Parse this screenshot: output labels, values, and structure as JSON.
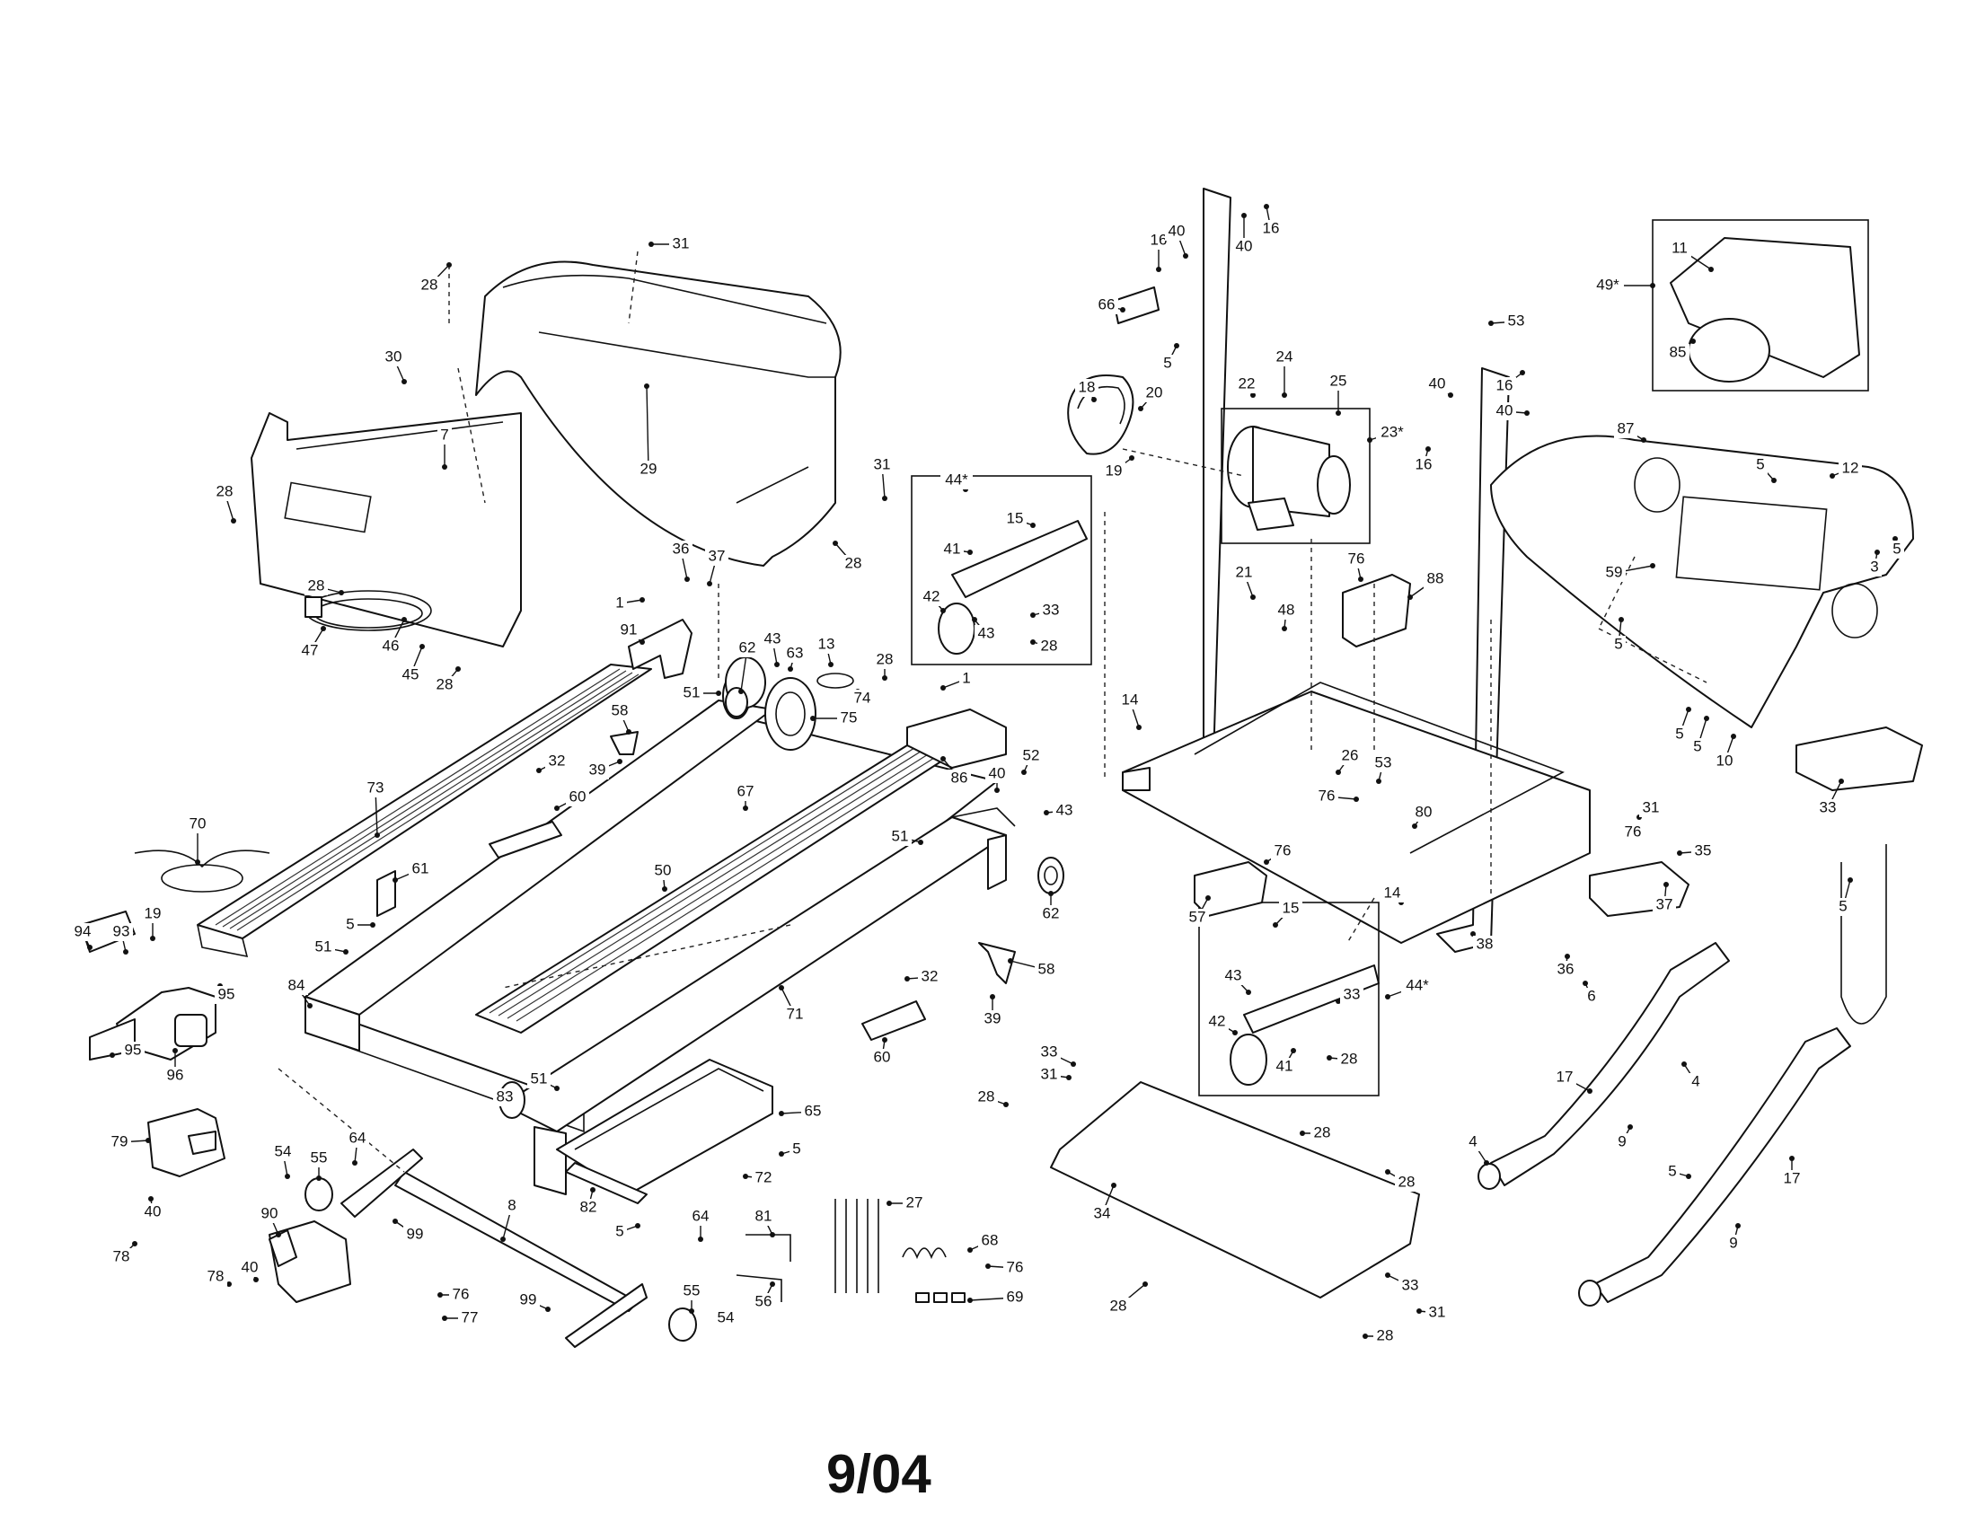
{
  "date_stamp": "9/04",
  "callouts": [
    {
      "label": "31"
    },
    {
      "label": "28"
    },
    {
      "label": "29"
    },
    {
      "label": "31"
    },
    {
      "label": "28"
    },
    {
      "label": "7"
    },
    {
      "label": "30"
    },
    {
      "label": "28"
    },
    {
      "label": "28"
    },
    {
      "label": "47"
    },
    {
      "label": "46"
    },
    {
      "label": "45"
    },
    {
      "label": "28"
    },
    {
      "label": "36"
    },
    {
      "label": "37"
    },
    {
      "label": "1"
    },
    {
      "label": "91"
    },
    {
      "label": "62"
    },
    {
      "label": "43"
    },
    {
      "label": "63"
    },
    {
      "label": "13"
    },
    {
      "label": "28"
    },
    {
      "label": "74"
    },
    {
      "label": "1"
    },
    {
      "label": "51"
    },
    {
      "label": "75"
    },
    {
      "label": "58"
    },
    {
      "label": "39"
    },
    {
      "label": "32"
    },
    {
      "label": "60"
    },
    {
      "label": "73"
    },
    {
      "label": "67"
    },
    {
      "label": "86"
    },
    {
      "label": "52"
    },
    {
      "label": "40"
    },
    {
      "label": "43"
    },
    {
      "label": "70"
    },
    {
      "label": "51"
    },
    {
      "label": "50"
    },
    {
      "label": "62"
    },
    {
      "label": "61"
    },
    {
      "label": "5"
    },
    {
      "label": "94"
    },
    {
      "label": "93"
    },
    {
      "label": "19"
    },
    {
      "label": "51"
    },
    {
      "label": "95"
    },
    {
      "label": "95"
    },
    {
      "label": "96"
    },
    {
      "label": "84"
    },
    {
      "label": "58"
    },
    {
      "label": "39"
    },
    {
      "label": "32"
    },
    {
      "label": "71"
    },
    {
      "label": "60"
    },
    {
      "label": "51"
    },
    {
      "label": "83"
    },
    {
      "label": "65"
    },
    {
      "label": "5"
    },
    {
      "label": "72"
    },
    {
      "label": "82"
    },
    {
      "label": "5"
    },
    {
      "label": "79"
    },
    {
      "label": "54"
    },
    {
      "label": "55"
    },
    {
      "label": "64"
    },
    {
      "label": "78"
    },
    {
      "label": "40"
    },
    {
      "label": "99"
    },
    {
      "label": "8"
    },
    {
      "label": "64"
    },
    {
      "label": "27"
    },
    {
      "label": "81"
    },
    {
      "label": "56"
    },
    {
      "label": "68"
    },
    {
      "label": "76"
    },
    {
      "label": "69"
    },
    {
      "label": "90"
    },
    {
      "label": "78"
    },
    {
      "label": "40"
    },
    {
      "label": "76"
    },
    {
      "label": "77"
    },
    {
      "label": "99"
    },
    {
      "label": "55"
    },
    {
      "label": "54"
    },
    {
      "label": "16"
    },
    {
      "label": "40"
    },
    {
      "label": "40"
    },
    {
      "label": "16"
    },
    {
      "label": "66"
    },
    {
      "label": "5"
    },
    {
      "label": "53"
    },
    {
      "label": "22"
    },
    {
      "label": "18"
    },
    {
      "label": "24"
    },
    {
      "label": "25"
    },
    {
      "label": "23*"
    },
    {
      "label": "40"
    },
    {
      "label": "16"
    },
    {
      "label": "40"
    },
    {
      "label": "16"
    },
    {
      "label": "20"
    },
    {
      "label": "19"
    },
    {
      "label": "44*"
    },
    {
      "label": "15"
    },
    {
      "label": "41"
    },
    {
      "label": "42"
    },
    {
      "label": "43"
    },
    {
      "label": "33"
    },
    {
      "label": "28"
    },
    {
      "label": "76"
    },
    {
      "label": "88"
    },
    {
      "label": "21"
    },
    {
      "label": "48"
    },
    {
      "label": "14"
    },
    {
      "label": "26"
    },
    {
      "label": "53"
    },
    {
      "label": "76"
    },
    {
      "label": "80"
    },
    {
      "label": "76"
    },
    {
      "label": "57"
    },
    {
      "label": "14"
    },
    {
      "label": "38"
    },
    {
      "label": "15"
    },
    {
      "label": "43"
    },
    {
      "label": "33"
    },
    {
      "label": "42"
    },
    {
      "label": "41"
    },
    {
      "label": "28"
    },
    {
      "label": "44*"
    },
    {
      "label": "33"
    },
    {
      "label": "31"
    },
    {
      "label": "28"
    },
    {
      "label": "28"
    },
    {
      "label": "28"
    },
    {
      "label": "34"
    },
    {
      "label": "28"
    },
    {
      "label": "33"
    },
    {
      "label": "31"
    },
    {
      "label": "28"
    },
    {
      "label": "49*"
    },
    {
      "label": "11"
    },
    {
      "label": "85"
    },
    {
      "label": "87"
    },
    {
      "label": "5"
    },
    {
      "label": "12"
    },
    {
      "label": "59"
    },
    {
      "label": "5"
    },
    {
      "label": "3"
    },
    {
      "label": "5"
    },
    {
      "label": "5"
    },
    {
      "label": "5"
    },
    {
      "label": "10"
    },
    {
      "label": "33"
    },
    {
      "label": "31"
    },
    {
      "label": "76"
    },
    {
      "label": "35"
    },
    {
      "label": "37"
    },
    {
      "label": "36"
    },
    {
      "label": "6"
    },
    {
      "label": "5"
    },
    {
      "label": "4"
    },
    {
      "label": "17"
    },
    {
      "label": "9"
    },
    {
      "label": "4"
    },
    {
      "label": "5"
    },
    {
      "label": "17"
    },
    {
      "label": "9"
    }
  ]
}
